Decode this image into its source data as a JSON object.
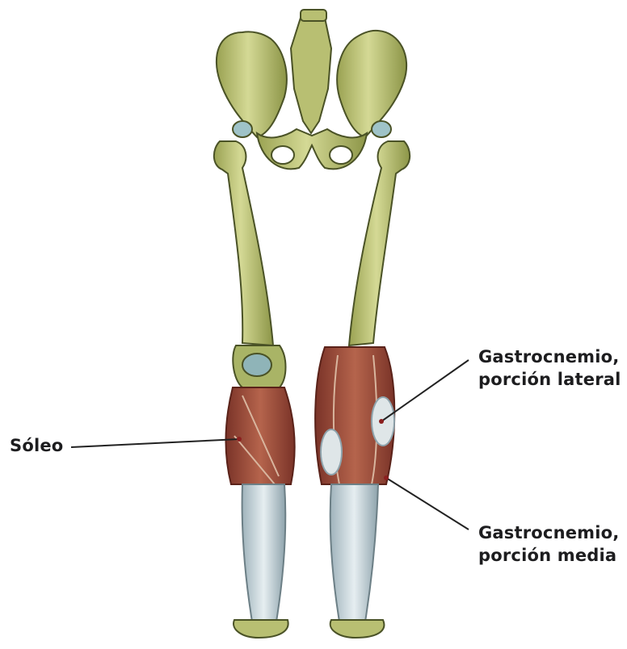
{
  "labels": {
    "soleo": "Sóleo",
    "gastro_lateral": {
      "line1": "Gastrocnemio,",
      "line2": "porción lateral"
    },
    "gastro_media": {
      "line1": "Gastrocnemio,",
      "line2": "porción media"
    }
  },
  "colors": {
    "bone": "#c9cf86",
    "bone_shadow": "#7f8a3e",
    "bone_outline": "#4a5226",
    "muscle": "#a04d3a",
    "muscle_dark": "#6e2b22",
    "tendon": "#c9d8de",
    "cartilage": "#9fc3c8",
    "leader": "#222222"
  }
}
